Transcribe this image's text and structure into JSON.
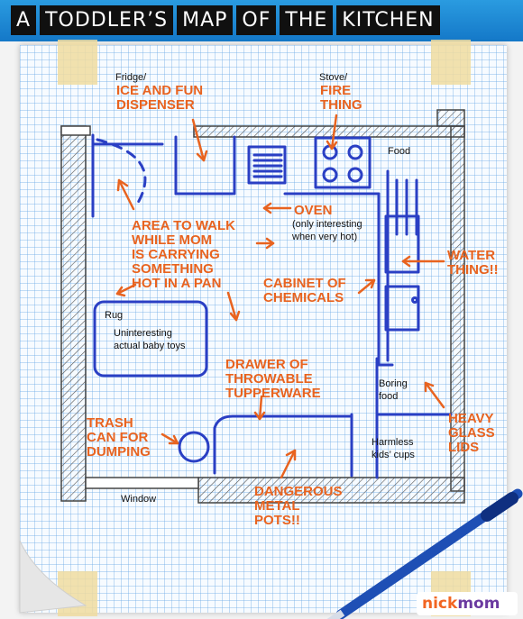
{
  "title_words": [
    "A",
    "TODDLER’S",
    "MAP",
    "OF",
    "THE",
    "KITCHEN"
  ],
  "labels": {
    "fridge": "Fridge/",
    "ice": "ICE AND FUN\nDISPENSER",
    "stove": "Stove/",
    "fire": "FIRE\nTHING",
    "food": "Food",
    "oven": "OVEN",
    "oven_note": "(only interesting\nwhen very hot)",
    "area": "AREA TO WALK\nWHILE MOM\nIS CARRYING\nSOMETHING\nHOT IN A PAN",
    "water": "WATER\nTHING!!",
    "cabinet": "CABINET OF\nCHEMICALS",
    "rug": "Rug",
    "toys": "Uninteresting\nactual baby toys",
    "drawer": "DRAWER OF\nTHROWABLE\nTUPPERWARE",
    "boring": "Boring\nfood",
    "trash": "TRASH\nCAN FOR\nDUMPING",
    "heavy": "HEAVY\nGLASS\nLIDS",
    "cups": "Harmless\nkids’ cups",
    "window": "Window",
    "pots": "DANGEROUS\nMETAL\nPOTS!!"
  },
  "logo": {
    "nick": "nick",
    "mom": "mom"
  },
  "colors": {
    "accent": "#e8631f",
    "ink": "#2a3fc4",
    "title_bg": "#1478c8"
  }
}
